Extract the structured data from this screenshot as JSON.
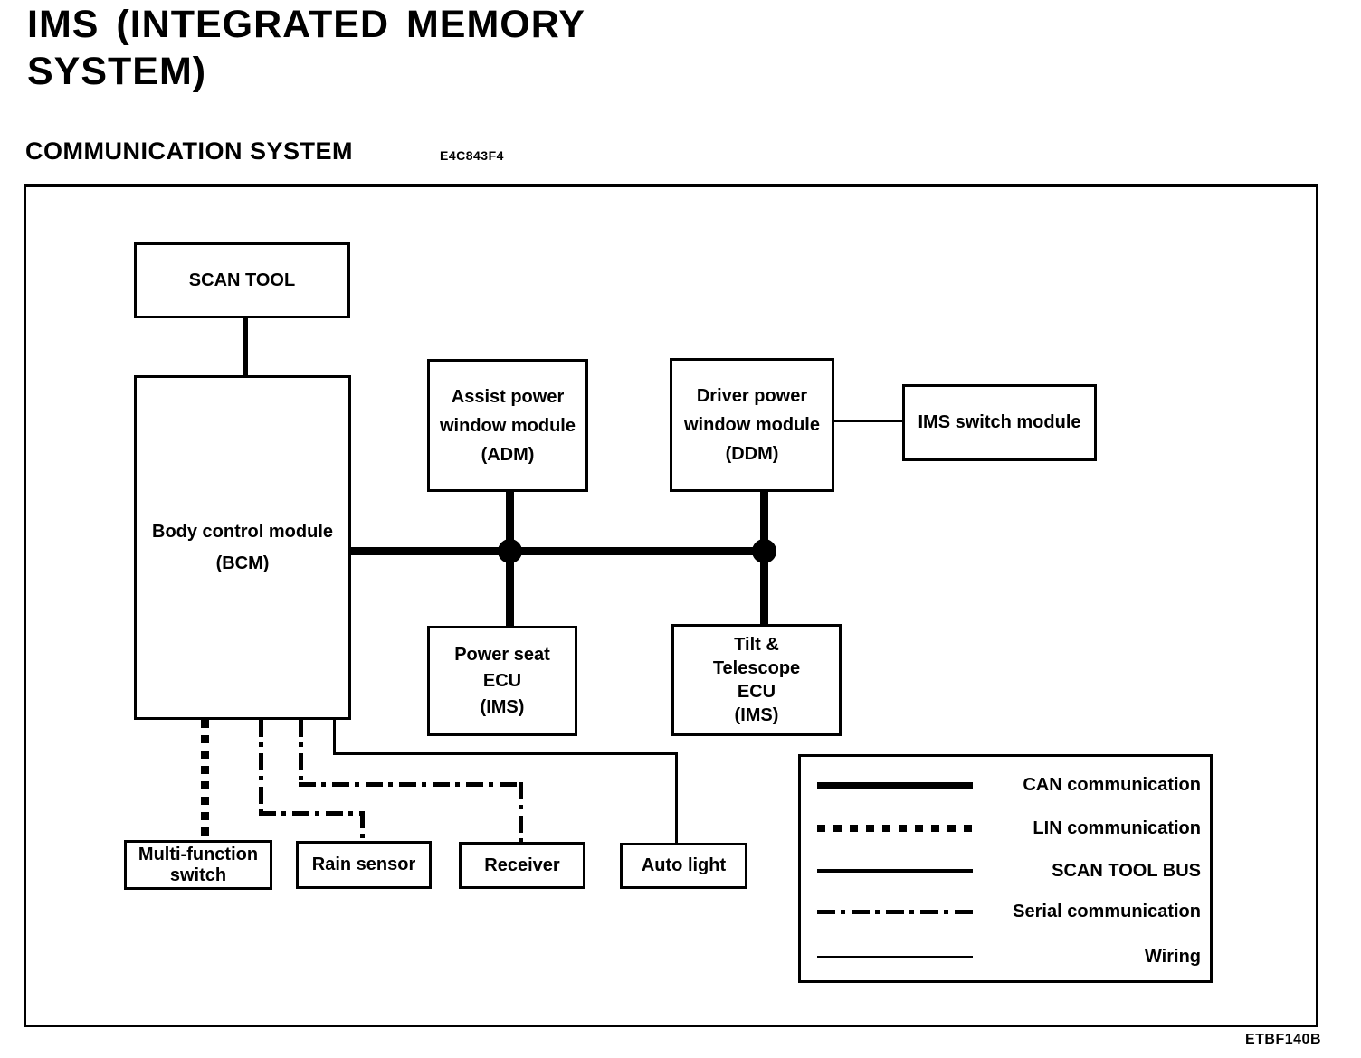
{
  "page": {
    "title": "IMS (INTEGRATED MEMORY\nSYSTEM)",
    "section_heading": "COMMUNICATION SYSTEM",
    "section_code": "E4C843F4",
    "figure_code": "ETBF140B"
  },
  "colors": {
    "ink": "#000000",
    "paper": "#ffffff"
  },
  "diagram": {
    "nodes": {
      "scan_tool": "SCAN TOOL",
      "bcm": "Body control module\n(BCM)",
      "adm": "Assist power\nwindow module\n(ADM)",
      "ddm": "Driver power\nwindow module\n(DDM)",
      "ims_switch": "IMS switch module",
      "power_seat": "Power seat\nECU\n(IMS)",
      "tilt_telescope": "Tilt &\nTelescope\nECU\n(IMS)",
      "multi_function_switch": "Multi-function\nswitch",
      "rain_sensor": "Rain sensor",
      "receiver": "Receiver",
      "auto_light": "Auto light"
    },
    "legend": {
      "items": [
        {
          "style": "can",
          "label": "CAN communication"
        },
        {
          "style": "lin",
          "label": "LIN communication"
        },
        {
          "style": "scanbus",
          "label": "SCAN TOOL BUS"
        },
        {
          "style": "serial",
          "label": "Serial communication"
        },
        {
          "style": "wiring",
          "label": "Wiring"
        }
      ]
    },
    "connections": [
      {
        "from": "SCAN TOOL",
        "to": "Body control module (BCM)",
        "type": "SCAN TOOL BUS"
      },
      {
        "from": "Body control module (BCM)",
        "to": "Assist power window module (ADM)",
        "type": "CAN communication"
      },
      {
        "from": "Body control module (BCM)",
        "to": "Driver power window module (DDM)",
        "type": "CAN communication"
      },
      {
        "from": "Assist power window module (ADM)",
        "to": "Power seat ECU (IMS)",
        "type": "CAN communication"
      },
      {
        "from": "Driver power window module (DDM)",
        "to": "Tilt & Telescope ECU (IMS)",
        "type": "CAN communication"
      },
      {
        "from": "Driver power window module (DDM)",
        "to": "IMS switch module",
        "type": "Wiring"
      },
      {
        "from": "Body control module (BCM)",
        "to": "Multi-function switch",
        "type": "LIN communication"
      },
      {
        "from": "Body control module (BCM)",
        "to": "Rain sensor",
        "type": "Serial communication"
      },
      {
        "from": "Body control module (BCM)",
        "to": "Receiver",
        "type": "Serial communication"
      },
      {
        "from": "Body control module (BCM)",
        "to": "Auto light",
        "type": "Wiring"
      }
    ]
  }
}
